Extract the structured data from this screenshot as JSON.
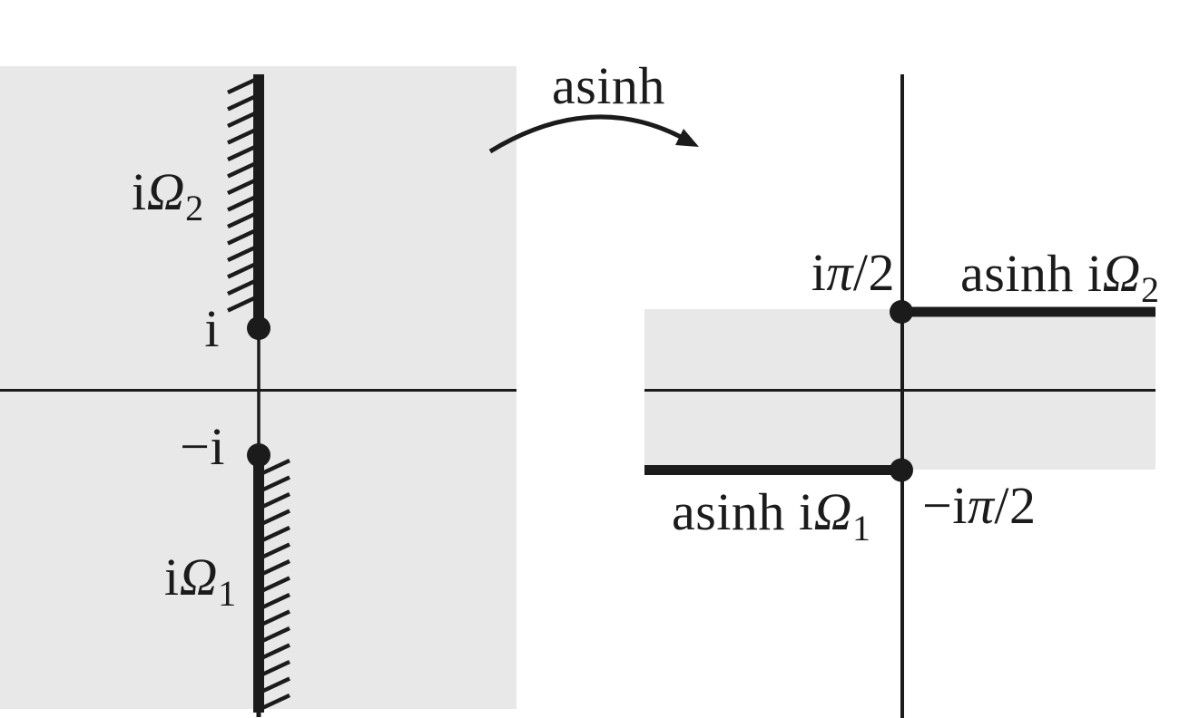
{
  "colors": {
    "ink": "#1b1b1b",
    "region": "#e8e8e8",
    "background": "#ffffff"
  },
  "map": {
    "name": "asinh"
  },
  "left": {
    "upper_cut": {
      "i": "i",
      "omega": "Ω",
      "sub": "2"
    },
    "lower_cut": {
      "i": "i",
      "omega": "Ω",
      "sub": "1"
    },
    "branch_point_upper": "i",
    "branch_point_lower": "−i"
  },
  "right": {
    "upper_point": {
      "i": "i",
      "pi": "π",
      "tail": "/2"
    },
    "lower_point": {
      "neg_i": "−i",
      "pi": "π",
      "tail": "/2"
    },
    "upper_image": {
      "word": "asinh i",
      "omega": "Ω",
      "sub": "2"
    },
    "lower_image": {
      "word": "asinh i",
      "omega": "Ω",
      "sub": "1"
    }
  }
}
